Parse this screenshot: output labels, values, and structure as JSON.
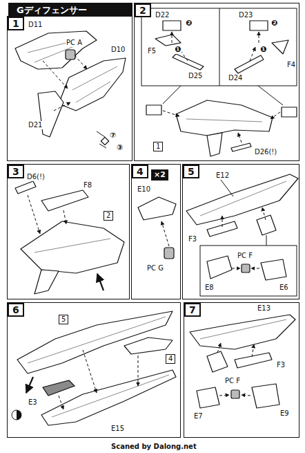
{
  "diagram": {
    "title": "Gディフェンサー",
    "nodes": [
      {
        "text": [
          "1"
        ]
      },
      {
        "text": [
          "2"
        ]
      },
      {
        "text": [
          "3"
        ]
      },
      {
        "text": [
          "4"
        ]
      },
      {
        "text": [
          "×2"
        ],
        "in": 3
      },
      {
        "text": [
          "5"
        ]
      },
      {
        "text": [
          "6"
        ]
      },
      {
        "text": [
          "7"
        ]
      }
    ],
    "labels": [
      "D11",
      "PC A",
      "D10",
      "D21",
      "⑦",
      "③",
      "D22",
      "❷",
      "❶",
      "F5",
      "D25",
      "D23",
      "❷",
      "❶",
      "F4",
      "D24",
      "1",
      "D26(!)",
      "D6(!)",
      "F8",
      "2",
      "E10",
      "PC G",
      "E12",
      "F3",
      "E8",
      "PC F",
      "E6",
      "5",
      "4",
      "E3",
      "E15",
      "E13",
      "F3",
      "PC F",
      "E7",
      "E9",
      "Scaned by Dalong.net"
    ]
  }
}
